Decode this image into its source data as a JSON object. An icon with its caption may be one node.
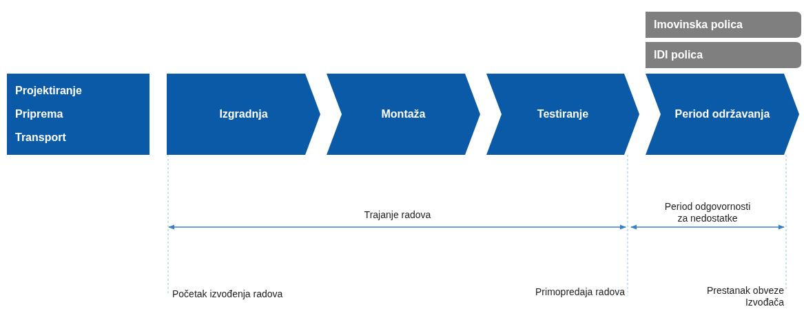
{
  "diagram": {
    "nodes": [
      {
        "text": [
          "Projektiranje",
          "Priprema",
          "Transport"
        ]
      },
      {
        "text": [
          "Izgradnja"
        ]
      },
      {
        "text": [
          "Montaža"
        ]
      },
      {
        "text": [
          "Testiranje"
        ]
      },
      {
        "text": [
          "Period održavanja"
        ]
      },
      {
        "text": [
          "Imovinska polica"
        ]
      },
      {
        "text": [
          "IDI polica"
        ]
      },
      {
        "text": [
          "Početak izvođenja radova"
        ]
      },
      {
        "text": [
          "Primopredaja radova"
        ]
      },
      {
        "text": [
          "Prestanak obveze Izvođača"
        ]
      }
    ],
    "edges": [
      {
        "from": 1,
        "to": 7,
        "arrow": "none",
        "style": "dashed"
      },
      {
        "from": 3,
        "to": 8,
        "arrow": "none",
        "style": "dashed"
      },
      {
        "from": 4,
        "to": 9,
        "arrow": "none",
        "style": "dashed"
      }
    ],
    "labels": [
      "Trajanje radova",
      "Period odgovornosti za nedostatke"
    ]
  }
}
